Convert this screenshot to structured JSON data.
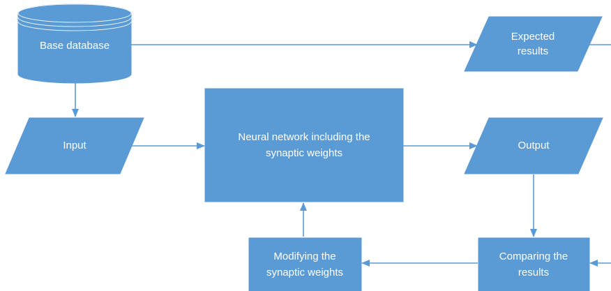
{
  "colors": {
    "shape_fill": "#5b9bd5",
    "text": "#ffffff",
    "connector": "#5b9bd5",
    "background": "#ffffff"
  },
  "nodes": {
    "base_database": {
      "label": "Base database",
      "shape": "cylinder"
    },
    "expected_results": {
      "line1": "Expected",
      "line2": "results",
      "shape": "parallelogram"
    },
    "input": {
      "label": "Input",
      "shape": "parallelogram"
    },
    "neural_network": {
      "line1": "Neural network including the",
      "line2": "synaptic weights",
      "shape": "rectangle"
    },
    "output": {
      "label": "Output",
      "shape": "parallelogram"
    },
    "modifying_weights": {
      "line1": "Modifying the",
      "line2": "synaptic weights",
      "shape": "rectangle"
    },
    "comparing_results": {
      "line1": "Comparing the",
      "line2": "results",
      "shape": "rectangle"
    }
  },
  "edges": [
    {
      "from": "base_database",
      "to": "expected_results"
    },
    {
      "from": "base_database",
      "to": "input"
    },
    {
      "from": "input",
      "to": "neural_network"
    },
    {
      "from": "neural_network",
      "to": "output"
    },
    {
      "from": "output",
      "to": "comparing_results"
    },
    {
      "from": "expected_results",
      "to": "comparing_results"
    },
    {
      "from": "comparing_results",
      "to": "modifying_weights"
    },
    {
      "from": "modifying_weights",
      "to": "neural_network"
    }
  ]
}
